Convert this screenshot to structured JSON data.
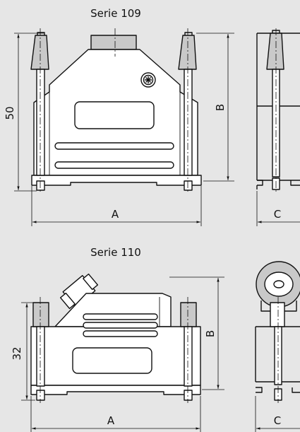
{
  "diagram": {
    "background": "#e6e6e6",
    "ink": "#111111",
    "series_109": {
      "title": "Serie 109",
      "height_label": "50",
      "width_label": "A",
      "depth_label": "B",
      "side_label": "C"
    },
    "series_110": {
      "title": "Serie 110",
      "height_label": "32",
      "width_label": "A",
      "depth_label": "B",
      "side_label": "C"
    }
  }
}
